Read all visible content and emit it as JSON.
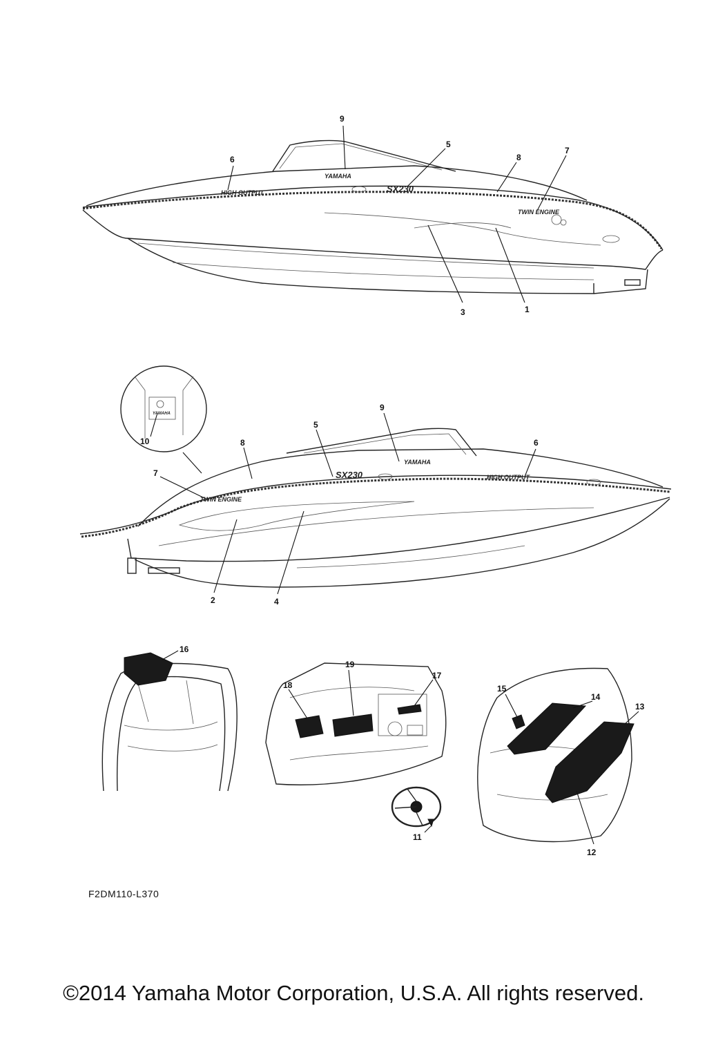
{
  "diagram": {
    "drawing_code": "F2DM110-L370",
    "copyright": "©2014 Yamaha Motor Corporation, U.S.A. All rights reserved."
  },
  "decals": {
    "brand": "YAMAHA",
    "model": "SX230",
    "high_output": "HIGH OUTPUT",
    "twin_engine": "TWIN ENGINE"
  },
  "callouts": {
    "top_view": [
      "9",
      "5",
      "6",
      "8",
      "7",
      "3",
      "1"
    ],
    "bottom_view": [
      "10",
      "9",
      "5",
      "8",
      "6",
      "7",
      "2",
      "4"
    ],
    "interior": [
      "16",
      "19",
      "18",
      "17",
      "15",
      "14",
      "13",
      "11",
      "12"
    ]
  }
}
